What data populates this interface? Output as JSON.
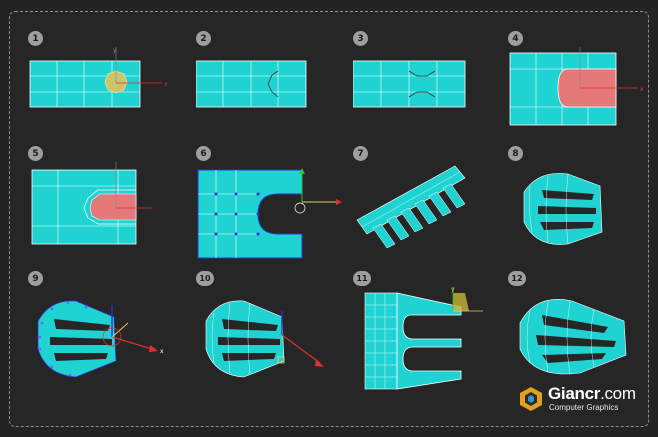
{
  "steps": [
    {
      "label": "1"
    },
    {
      "label": "2"
    },
    {
      "label": "3"
    },
    {
      "label": "4"
    },
    {
      "label": "5"
    },
    {
      "label": "6"
    },
    {
      "label": "7"
    },
    {
      "label": "8"
    },
    {
      "label": "9"
    },
    {
      "label": "10"
    },
    {
      "label": "11"
    },
    {
      "label": "12"
    }
  ],
  "axes": {
    "x": "x",
    "y": "y"
  },
  "brand": {
    "name": "Giancr",
    "domain": ".com",
    "tagline": "Computer Graphics"
  },
  "colors": {
    "mesh": "#1fd3d3",
    "wire": "#ffffff",
    "selection": "#e57878",
    "accent": "#e8d04a"
  }
}
